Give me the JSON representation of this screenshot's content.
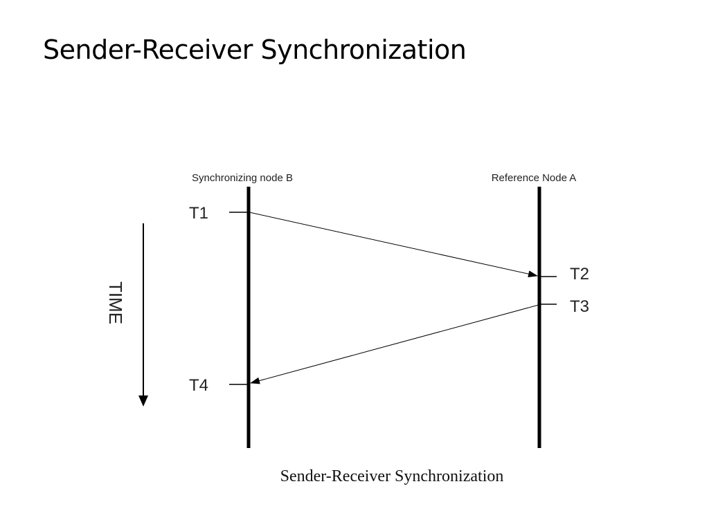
{
  "slide": {
    "title": "Sender-Receiver Synchronization"
  },
  "diagram": {
    "node_b_label": "Synchronizing node B",
    "node_a_label": "Reference Node A",
    "time_label": "TIME",
    "t1": "T1",
    "t2": "T2",
    "t3": "T3",
    "t4": "T4",
    "caption": "Sender-Receiver Synchronization",
    "line_color": "#000000"
  }
}
